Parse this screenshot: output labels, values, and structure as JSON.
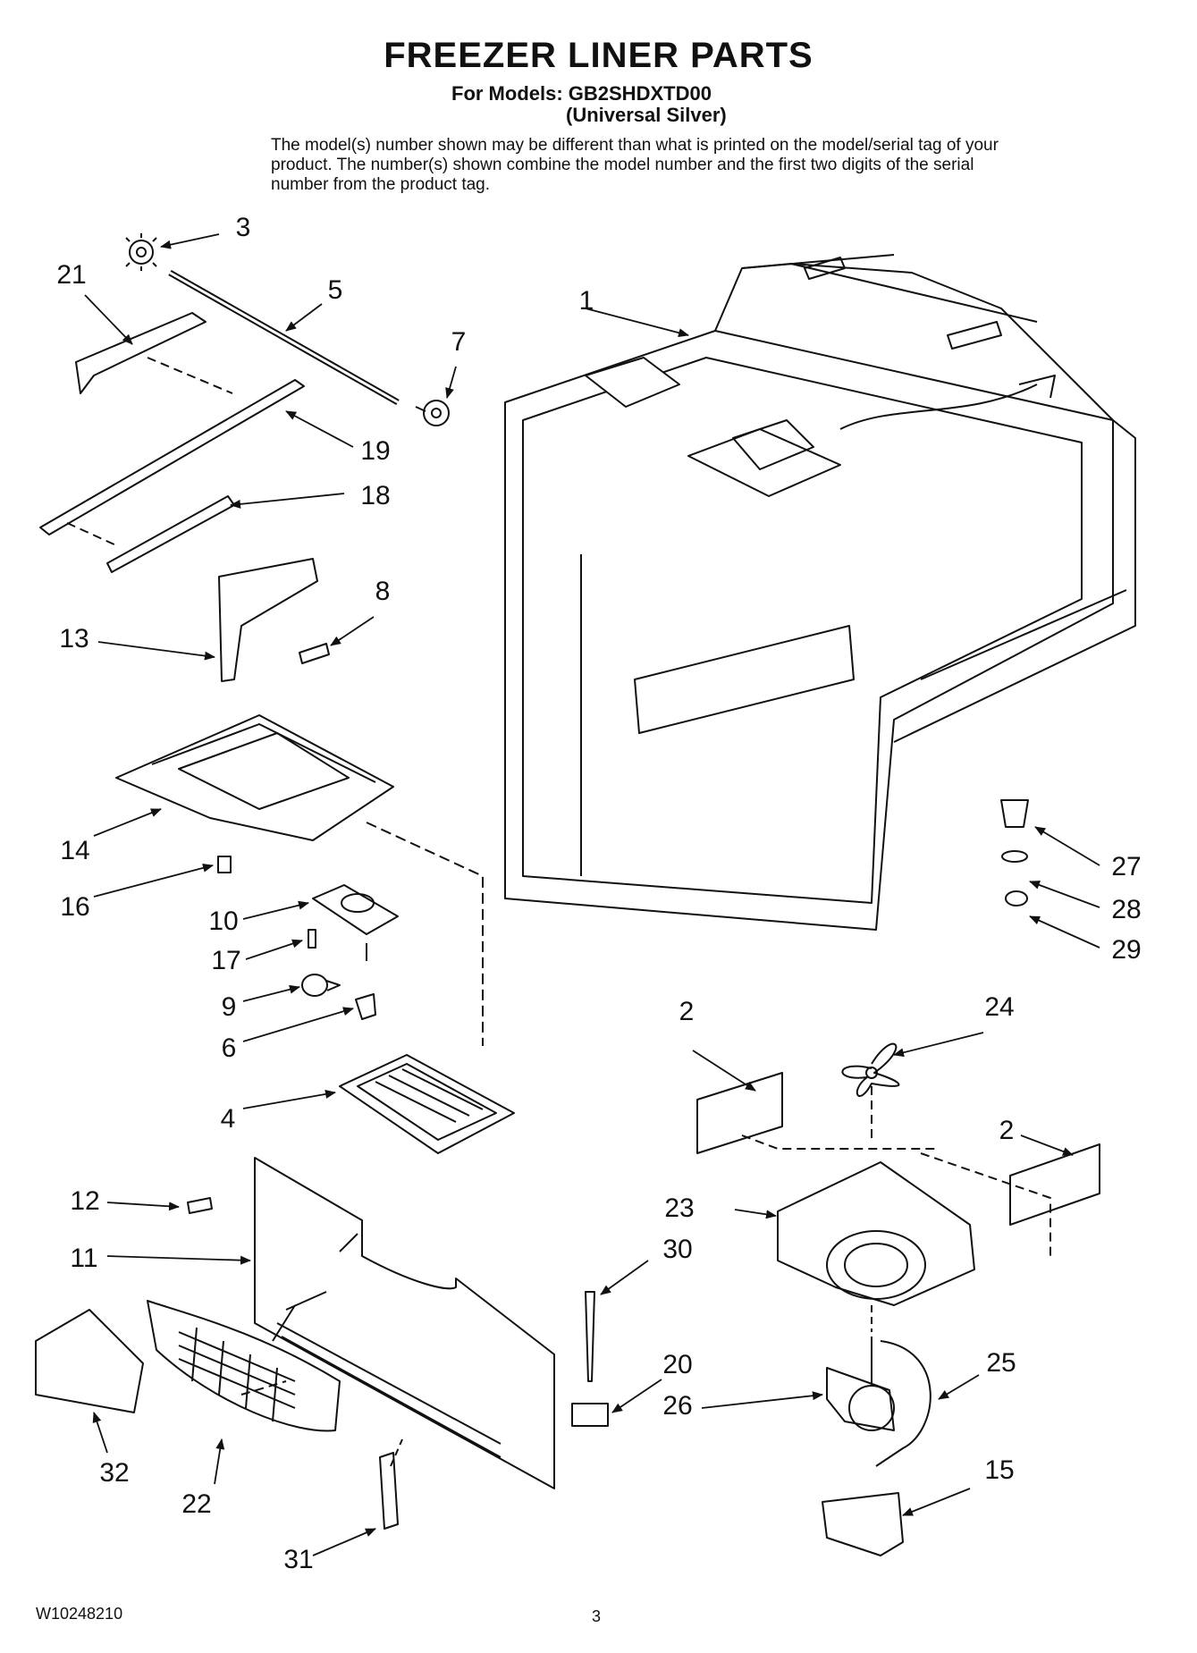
{
  "header": {
    "title": "FREEZER LINER PARTS",
    "models_line": "For Models: GB2SHDXTD00",
    "color_line": "(Universal Silver)",
    "note": "The model(s) number shown may be different than what is printed on the model/serial tag of your product. The number(s) shown combine the model number and the first two digits of the serial number from the product tag."
  },
  "callouts": {
    "c1": "1",
    "c2a": "2",
    "c2b": "2",
    "c3": "3",
    "c4": "4",
    "c5": "5",
    "c6": "6",
    "c7": "7",
    "c8": "8",
    "c9": "9",
    "c10": "10",
    "c11": "11",
    "c12": "12",
    "c13": "13",
    "c14": "14",
    "c15": "15",
    "c16": "16",
    "c17": "17",
    "c18": "18",
    "c19": "19",
    "c20": "20",
    "c21": "21",
    "c22": "22",
    "c23": "23",
    "c24": "24",
    "c25": "25",
    "c26": "26",
    "c27": "27",
    "c28": "28",
    "c29": "29",
    "c30": "30",
    "c31": "31",
    "c32": "32"
  },
  "footer": {
    "doc_number": "W10248210",
    "page_number": "3"
  }
}
